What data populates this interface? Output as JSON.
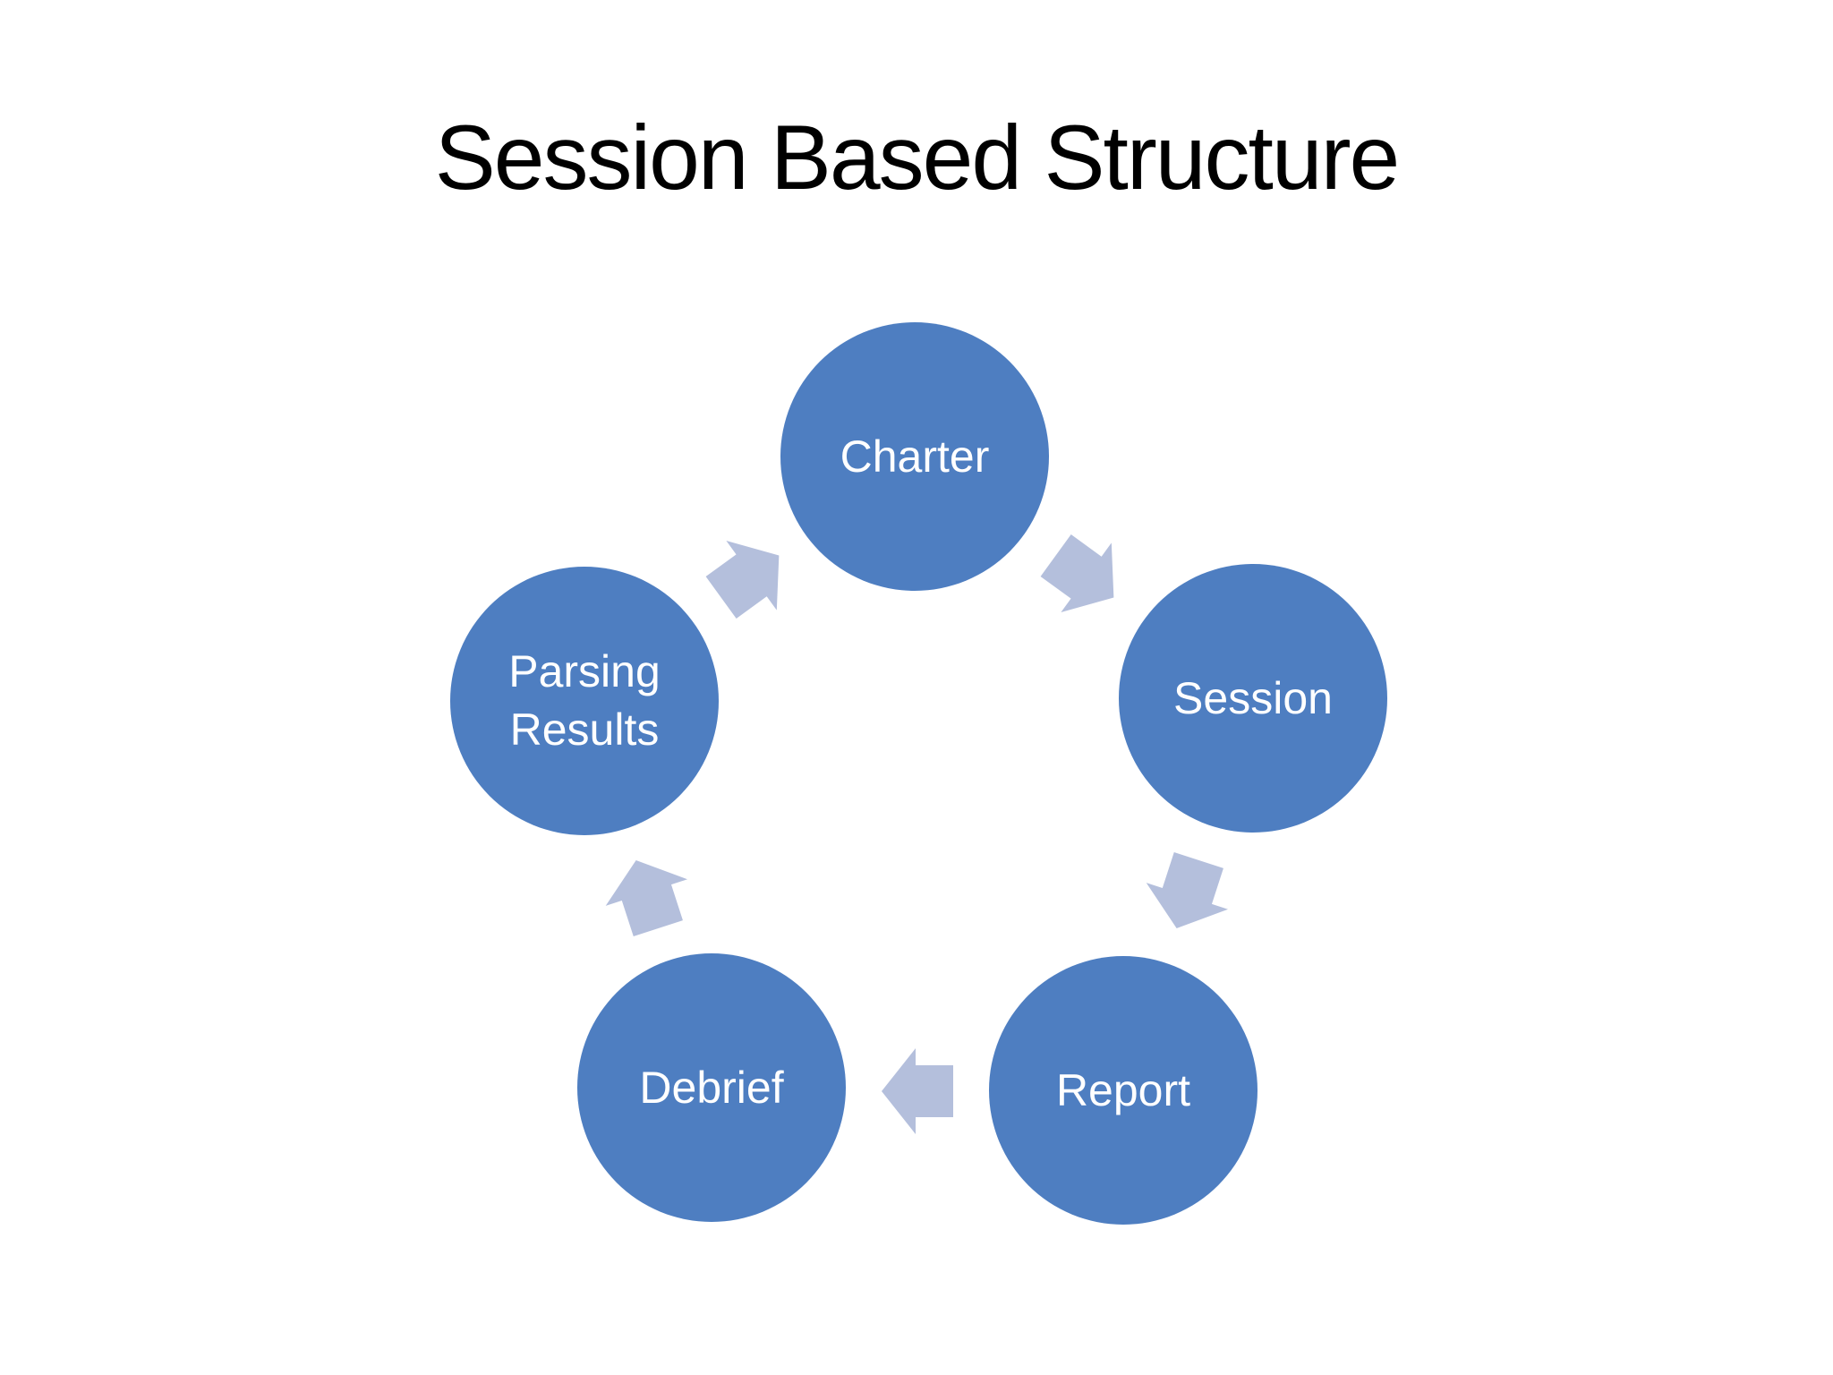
{
  "slide": {
    "title": "Session Based Structure",
    "diagram": {
      "type": "cycle",
      "direction": "clockwise",
      "nodes": [
        {
          "label": "Charter"
        },
        {
          "label": "Session"
        },
        {
          "label": "Report"
        },
        {
          "label": "Debrief"
        },
        {
          "label": "Parsing Results"
        }
      ],
      "arrows": [
        {
          "from": "Charter",
          "to": "Session"
        },
        {
          "from": "Session",
          "to": "Report"
        },
        {
          "from": "Report",
          "to": "Debrief"
        },
        {
          "from": "Debrief",
          "to": "Parsing Results"
        },
        {
          "from": "Parsing Results",
          "to": "Charter"
        }
      ],
      "colors": {
        "node_fill": "#4e7ec1",
        "node_text": "#ffffff",
        "arrow_fill": "#b4bfdc",
        "title_text": "#000000",
        "background": "#ffffff"
      }
    }
  }
}
